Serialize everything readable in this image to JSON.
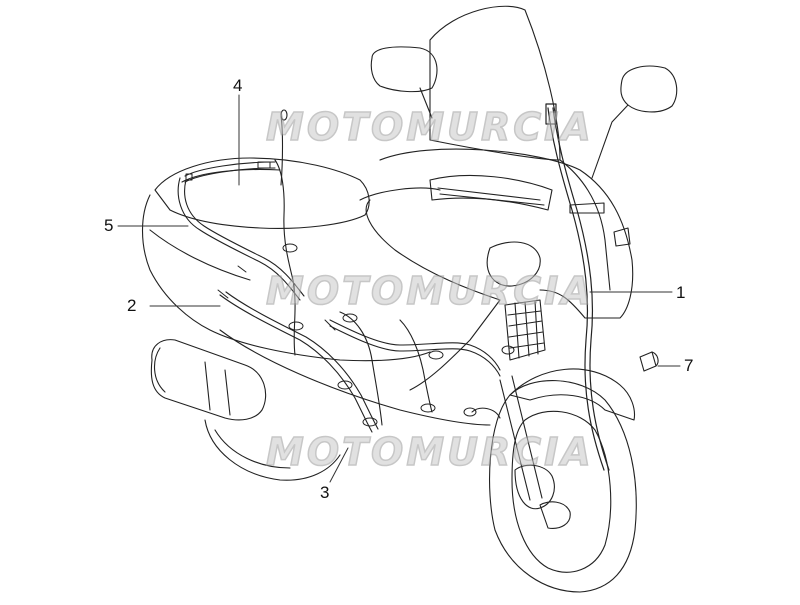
{
  "watermark": {
    "text": "MOTOMURCIA",
    "stripe_colors": [
      "#e8c1b6",
      "#e4d48e",
      "#a7d3a4",
      "#c9c9c9"
    ]
  },
  "colors": {
    "line": "#222222",
    "background": "#ffffff"
  },
  "callouts": [
    {
      "id": "1",
      "label": "1"
    },
    {
      "id": "2",
      "label": "2"
    },
    {
      "id": "3",
      "label": "3"
    },
    {
      "id": "4",
      "label": "4"
    },
    {
      "id": "5",
      "label": "5"
    },
    {
      "id": "7",
      "label": "7"
    }
  ]
}
